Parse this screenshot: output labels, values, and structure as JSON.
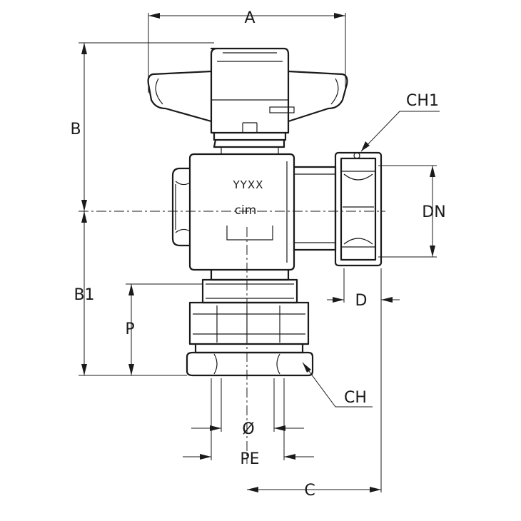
{
  "labels": {
    "A": "A",
    "B": "B",
    "B1": "B1",
    "C": "C",
    "CH": "CH",
    "CH1": "CH1",
    "DN": "DN",
    "D": "D",
    "P": "P",
    "PE": "PE",
    "diameter": "Ø"
  },
  "body_marking": "YYXX",
  "brand_marking": "cim"
}
